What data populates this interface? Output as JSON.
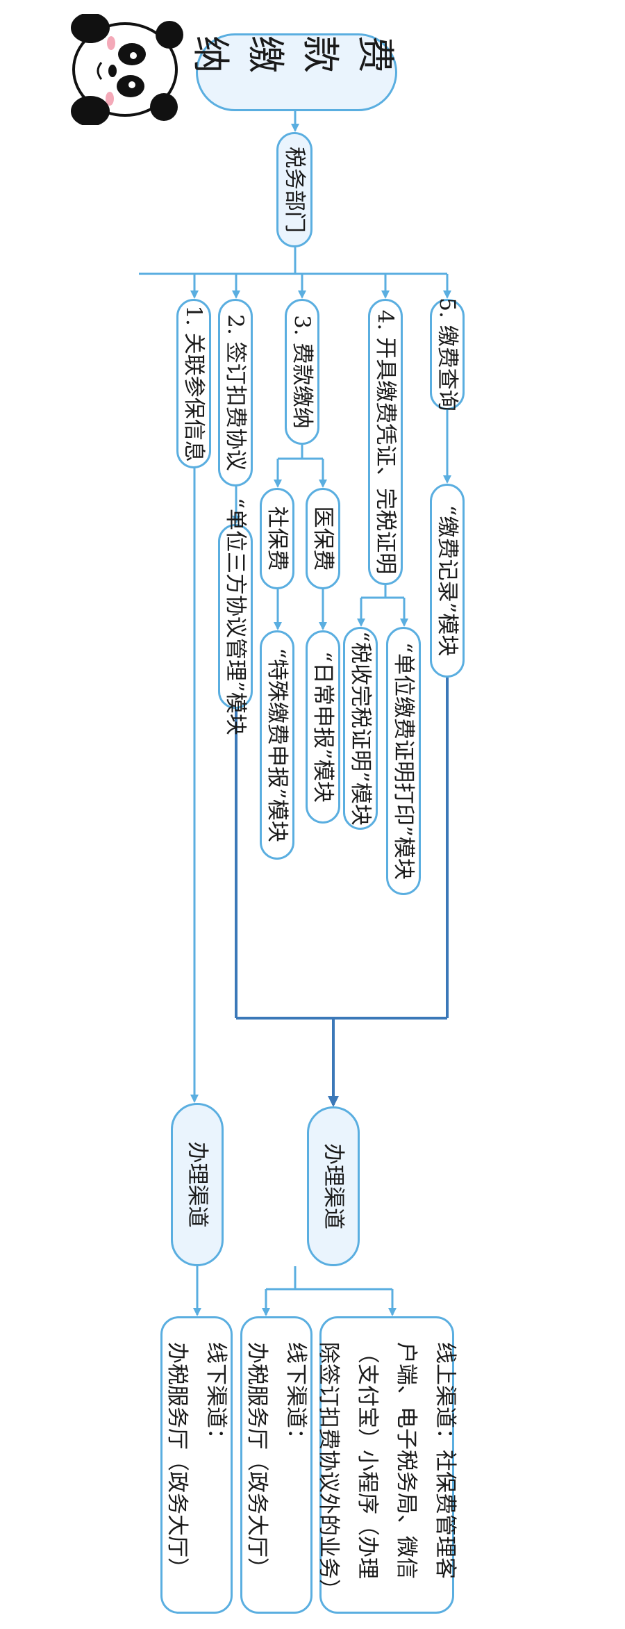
{
  "title": "费款缴纳",
  "department": "税务部门",
  "steps": {
    "s1": "1. 关联参保信息",
    "s2": "2. 签订扣费协议",
    "s3": "3. 费款缴纳",
    "s4": "4. 开具缴费凭证、完税证明",
    "s5": "5. 缴费查询"
  },
  "sub": {
    "s2_module": "“单位三方协议管理”模块",
    "s3_social": "社保费",
    "s3_medical": "医保费",
    "s3_social_module": "“特殊缴费申报”模块",
    "s3_medical_module": "“日常申报”模块",
    "s4_tax_module": "“税收完税证明”模块",
    "s4_unit_module": "“单位缴费证明打印”模块",
    "s5_module": "“缴费记录”模块"
  },
  "channels": {
    "right_label": "办理渠道",
    "right_content_l1": "线下渠道：",
    "right_content_l2": "办税服务厅（政务大厅）",
    "left_label": "办理渠道",
    "left_offline_l1": "线下渠道：",
    "left_offline_l2": "办税服务厅（政务大厅）",
    "left_online_l1": "线上渠道：社保费管理客",
    "left_online_l2": "户端、电子税务局、微信",
    "left_online_l3": "（支付宝）小程序（办理",
    "left_online_l4": "除签订扣费协议外的业务）"
  },
  "colors": {
    "box_border": "#5aaee0",
    "arrow": "#5aaee0",
    "bus_line": "#3b78b8",
    "title_fill": "#eaf4fd"
  },
  "icons": {
    "mascot": "panda-mascot"
  }
}
